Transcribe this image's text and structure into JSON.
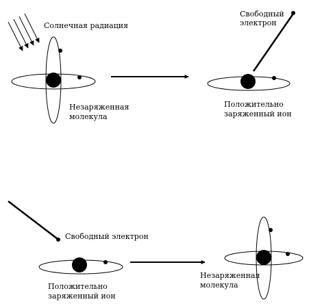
{
  "labels": {
    "solar_radiation": "Солнечная радиация",
    "free_electron": "Свободный электрон",
    "free_electron_top_line1": "Свободный",
    "free_electron_top_line2": "электрон",
    "neutral_molecule_line1": "Незаряженная",
    "neutral_molecule_line2": "молекула",
    "positive_ion_line1": "Положительно",
    "positive_ion_line2": "заряженный ион"
  },
  "colors": {
    "ink": "#000000",
    "background": "#ffffff"
  }
}
